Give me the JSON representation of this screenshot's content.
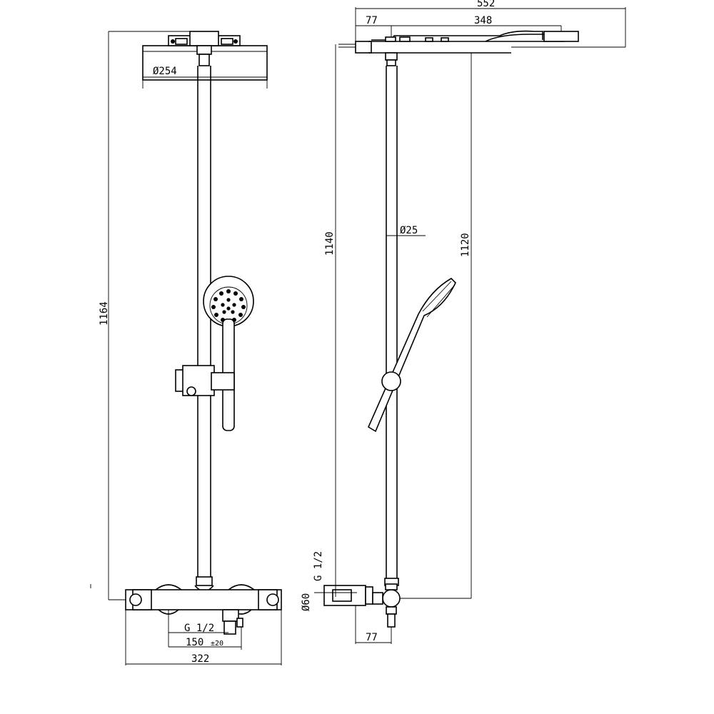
{
  "front_view": {
    "dims": {
      "head_diameter": "Ø254",
      "height": "1164",
      "inlet_thread": "G 1/2",
      "inlet_spacing": "150",
      "inlet_spacing_tol": "±20",
      "width": "322"
    }
  },
  "side_view": {
    "dims": {
      "total_reach": "552",
      "offset_top": "77",
      "head_depth": "348",
      "height_outer": "1140",
      "rail_diameter": "Ø25",
      "height_inner": "1120",
      "inlet_thread": "G 1/2",
      "mixer_diameter": "Ø60",
      "offset_bottom": "77"
    }
  }
}
